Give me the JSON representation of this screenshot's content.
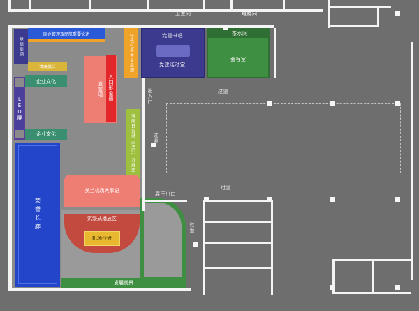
{
  "colors": {
    "floor": "#6e6e6e",
    "wall": "#f4f4f4",
    "hall_floor": "#8c8c8c",
    "blue": "#2b5ad8",
    "navy": "#3b3a8f",
    "purple": "#5a3f9a",
    "green": "#3f8f43",
    "orange": "#f0a329",
    "salmon": "#ee7e74",
    "red": "#e2262a",
    "olive": "#9fbf3f",
    "teal": "#3a8f70"
  },
  "top_labels": {
    "restroom": "卫生间",
    "elevator_room": "电梯间"
  },
  "exhibit": {
    "party_guide": "党建引领",
    "soe_management": "国企管理及民航重要论述",
    "special_socialism": "特色社会主义思想",
    "party_bookbar": "党建书吧",
    "party_activity": "党建活动室",
    "tea_room": "茶水间",
    "reception_room": "会客室",
    "honest_meilan": "清廉美兰",
    "corporate_culture_1": "企业文化",
    "oath_wall": "宣誓墙",
    "entrance_image_wall": "入口形象墙",
    "led_screen": "LED屏",
    "corporate_culture_2": "企业文化",
    "hainan_ftp_history": "海南自贸港（海口）发展史",
    "honor_gallery": "荣誉长廊",
    "meilan_events": "美兰机场大事记",
    "immersive_area": "沉浸式播放区",
    "airport_model": "机场沙盘",
    "development_vision": "发展前景"
  },
  "corridor_labels": {
    "entrance": "出入口",
    "corridor_1": "过道",
    "corridor_2": "过道",
    "corridor_3": "过道",
    "corridor_4": "过道",
    "hall_exit": "展厅出口"
  }
}
